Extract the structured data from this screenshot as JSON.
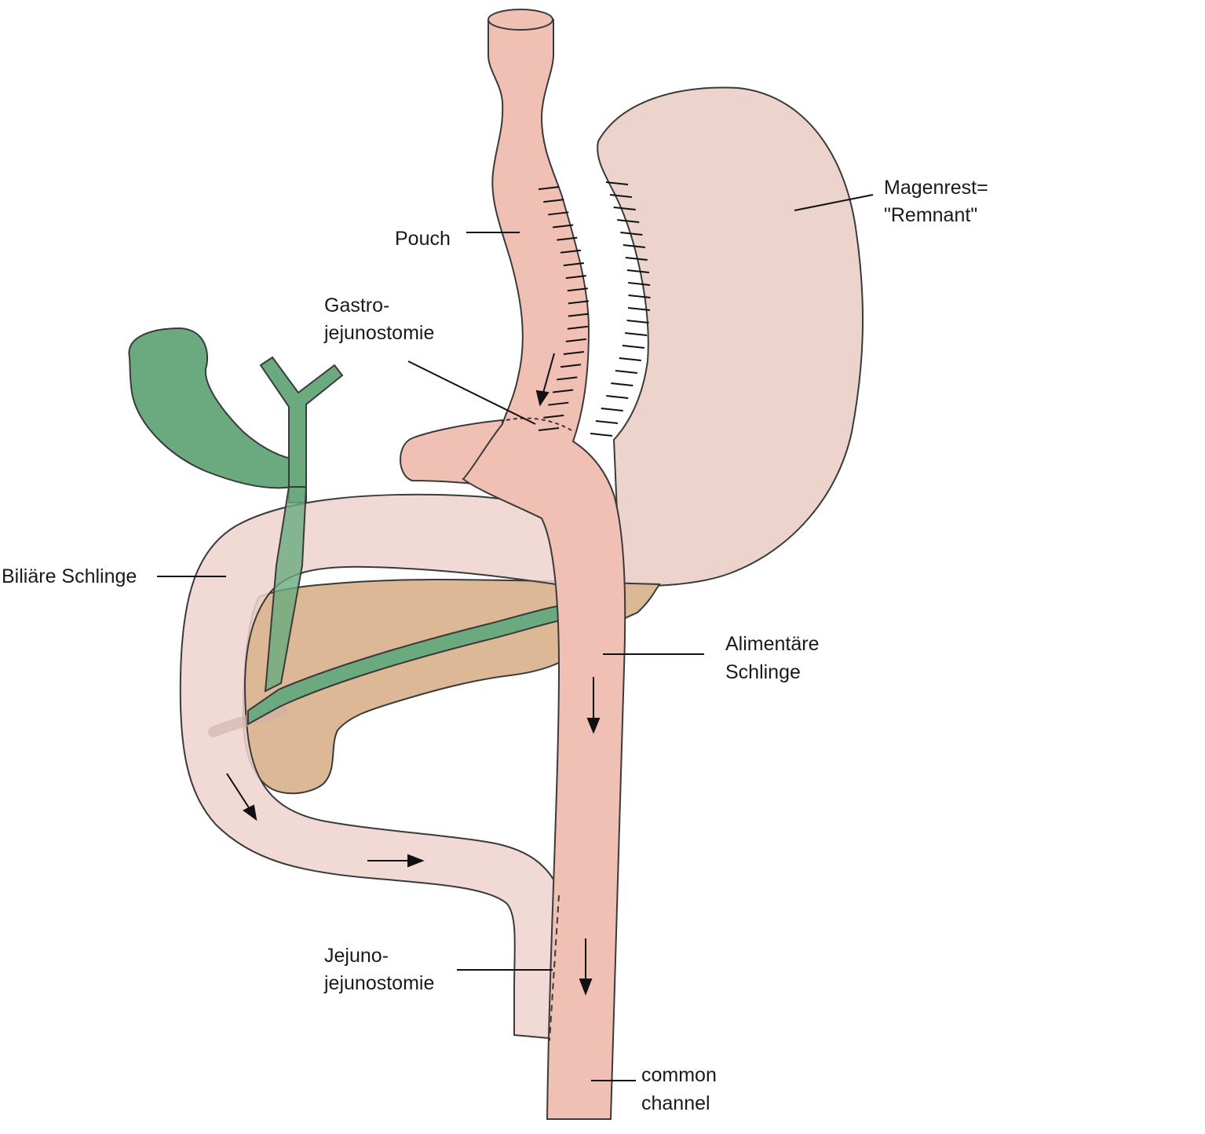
{
  "diagram": {
    "labels": {
      "pouch": "Pouch",
      "gastro_line1": "Gastro-",
      "gastro_line2": "jejunostomie",
      "remnant_line1": "Magenrest=",
      "remnant_line2": "\"Remnant\"",
      "biliary": "Biliäre Schlinge",
      "alimentary_line1": "Alimentäre",
      "alimentary_line2": "Schlinge",
      "jejuno_line1": "Jejuno-",
      "jejuno_line2": "jejunostomie",
      "common_line1": "common",
      "common_line2": "channel"
    },
    "colors": {
      "stomach_pink": "#f0c0b5",
      "remnant_pink": "#ecd3cc",
      "loop_pink": "#efd4cf",
      "bile_green": "#6aaa7e",
      "pancreas_tan": "#ddb896",
      "outline": "#3a3a3a"
    }
  }
}
